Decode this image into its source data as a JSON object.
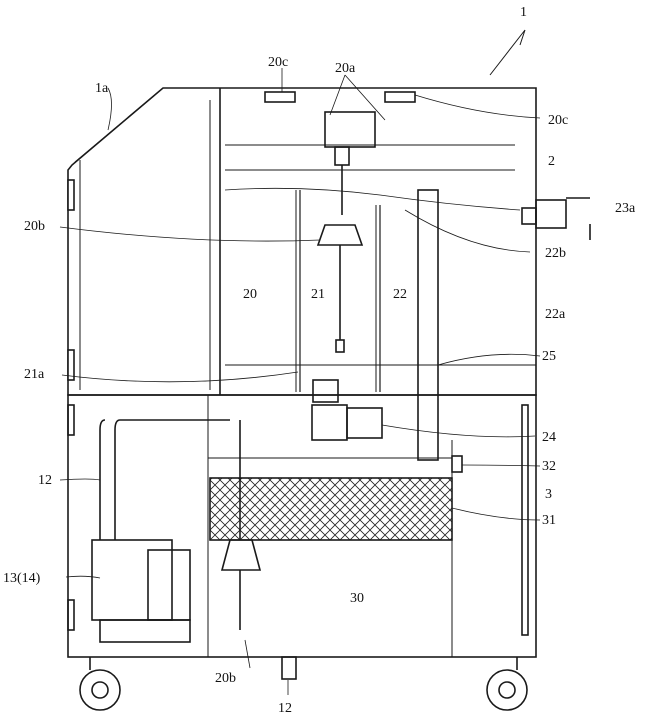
{
  "labels": {
    "machine": "1",
    "panel": "1a",
    "clean_tank": "20",
    "float_a": "20a",
    "float_b": "20b",
    "float_b_lower": "20b",
    "sensor": "20c",
    "sensor_right": "20c",
    "chamber_21": "21",
    "valve_21a": "21a",
    "chamber_22": "22",
    "wall_22a": "22a",
    "level_22b": "22b",
    "drain_valve": "23a",
    "pump_valve": "24",
    "pipe": "25",
    "lower_tank": "30",
    "filter": "31",
    "level_sensor": "32",
    "upper_unit": "2",
    "lower_unit": "3",
    "hose": "12",
    "hose_bottom": "12",
    "pump": "13(14)"
  },
  "colors": {
    "line": "#1a1a1a",
    "background": "#ffffff"
  }
}
